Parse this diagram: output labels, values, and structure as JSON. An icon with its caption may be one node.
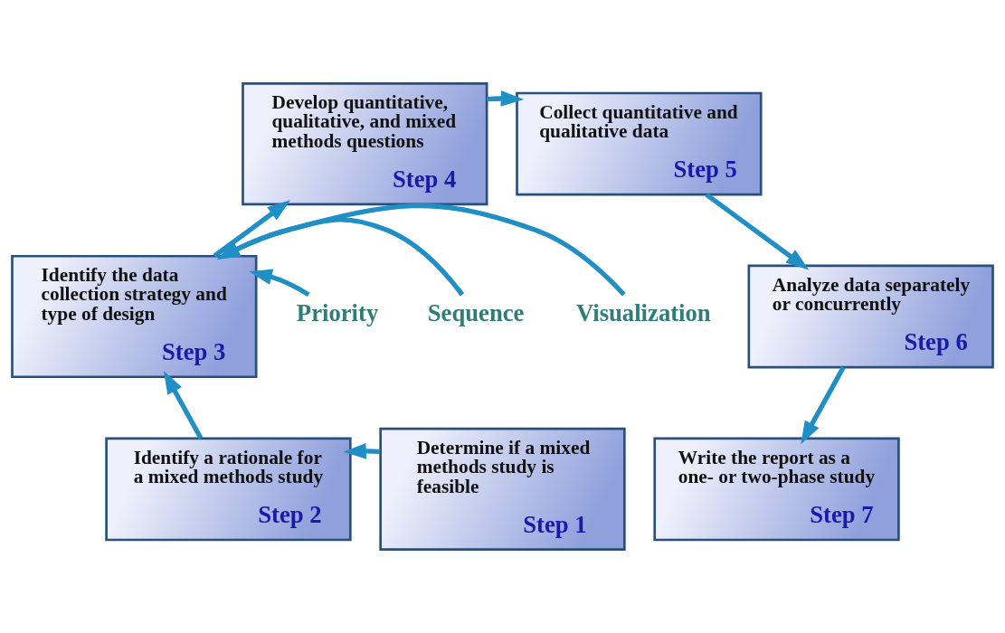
{
  "diagram": {
    "nodes": [
      {
        "text": [
          "Develop quantitative, qualitative, and mixed methods questions",
          "Step 4"
        ]
      },
      {
        "text": [
          "Collect quantitative and qualitative data",
          "Step 5"
        ]
      },
      {
        "text": [
          "Identify the data collection strategy and type of design",
          "Step 3"
        ]
      },
      {
        "text": [
          "Priority"
        ]
      },
      {
        "text": [
          "Sequence"
        ]
      },
      {
        "text": [
          "Visualization"
        ]
      },
      {
        "text": [
          "Analyze data separately or concurrently",
          "Step 6"
        ]
      },
      {
        "text": [
          "Identify a rationale for a mixed methods study",
          "Step 2"
        ]
      },
      {
        "text": [
          "Determine if a mixed methods study is feasible",
          "Step 1"
        ]
      },
      {
        "text": [
          "Write the report as a one- or two-phase study",
          "Step 7"
        ]
      }
    ],
    "edges": [
      {
        "from": 8,
        "to": 7,
        "arrow": "to"
      },
      {
        "from": 7,
        "to": 2,
        "arrow": "to"
      },
      {
        "from": 2,
        "to": 0,
        "arrow": "to"
      },
      {
        "from": 0,
        "to": 1,
        "arrow": "to"
      },
      {
        "from": 1,
        "to": 6,
        "arrow": "to"
      },
      {
        "from": 6,
        "to": 9,
        "arrow": "to"
      },
      {
        "from": 3,
        "to": 2,
        "arrow": "to"
      },
      {
        "from": 4,
        "to": 2,
        "arrow": "to"
      },
      {
        "from": 5,
        "to": 2,
        "arrow": "to"
      }
    ]
  }
}
